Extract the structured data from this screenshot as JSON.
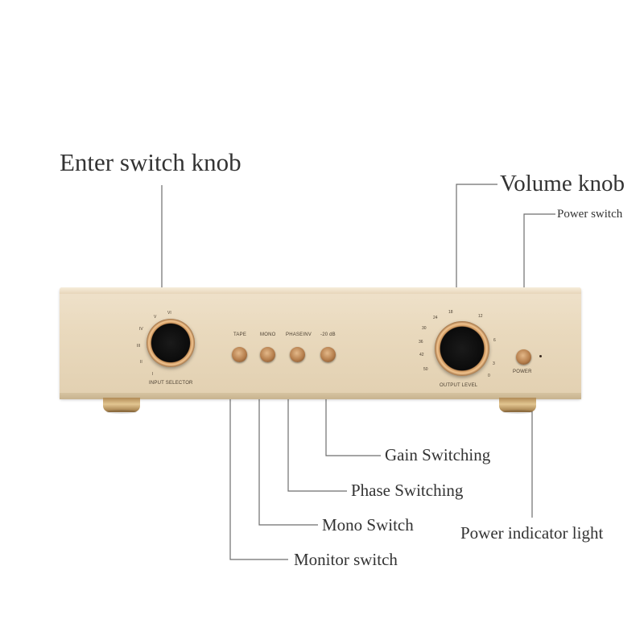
{
  "callouts": {
    "enter_switch_knob": "Enter switch knob",
    "volume_knob": "Volume knob",
    "power_switch": "Power switch",
    "gain_switching": "Gain Switching",
    "phase_switching": "Phase Switching",
    "mono_switch": "Mono Switch",
    "monitor_switch": "Monitor switch",
    "power_indicator_light": "Power indicator light"
  },
  "panel": {
    "input_selector": "INPUT SELECTOR",
    "output_level": "OUTPUT LEVEL",
    "power": "POWER",
    "tape": "TAPE",
    "mono": "MONO",
    "phase_inv": "PHASEINV",
    "gain": "-20 dB",
    "input_positions": [
      "I",
      "II",
      "III",
      "IV",
      "V",
      "VI"
    ],
    "volume_scale": [
      "50",
      "42",
      "36",
      "30",
      "24",
      "18",
      "12",
      "6",
      "3",
      "0"
    ]
  },
  "colors": {
    "panel": "#e9d9bd",
    "knob_ring": "#f1c48f",
    "button": "#b67f4d",
    "leader": "#6e6e6e"
  }
}
